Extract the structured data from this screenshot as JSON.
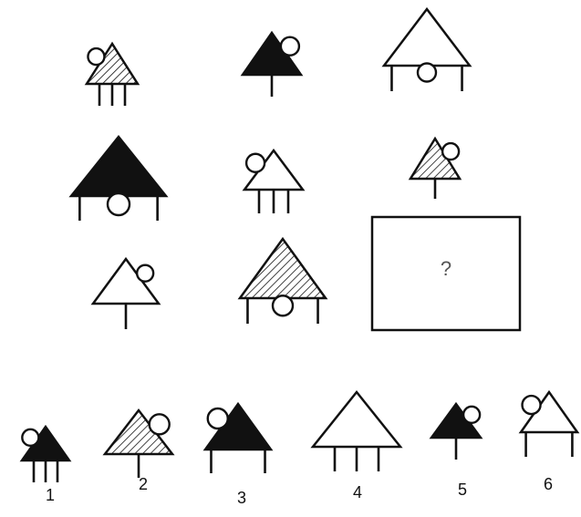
{
  "puzzle": {
    "question_mark": "?",
    "grid": [
      {
        "fill": "hatched",
        "legs": 3,
        "circle": "top-left"
      },
      {
        "fill": "solid",
        "legs": 1,
        "circle": "top-right"
      },
      {
        "fill": "white",
        "legs": 2,
        "circle": "bottom"
      },
      {
        "fill": "solid",
        "legs": 2,
        "circle": "bottom"
      },
      {
        "fill": "white",
        "legs": 3,
        "circle": "top-left"
      },
      {
        "fill": "hatched",
        "legs": 1,
        "circle": "top-right"
      },
      {
        "fill": "white",
        "legs": 1,
        "circle": "top-right"
      },
      {
        "fill": "hatched",
        "legs": 2,
        "circle": "bottom"
      }
    ],
    "options": [
      {
        "label": "1",
        "fill": "solid",
        "legs": 3,
        "circle": "top-left"
      },
      {
        "label": "2",
        "fill": "hatched",
        "legs": 1,
        "circle": "top-right"
      },
      {
        "label": "3",
        "fill": "solid",
        "legs": 2,
        "circle": "top-left"
      },
      {
        "label": "4",
        "fill": "white",
        "legs": 3,
        "circle": "none"
      },
      {
        "label": "5",
        "fill": "solid",
        "legs": 1,
        "circle": "top-right"
      },
      {
        "label": "6",
        "fill": "white",
        "legs": 2,
        "circle": "top-left"
      }
    ]
  }
}
